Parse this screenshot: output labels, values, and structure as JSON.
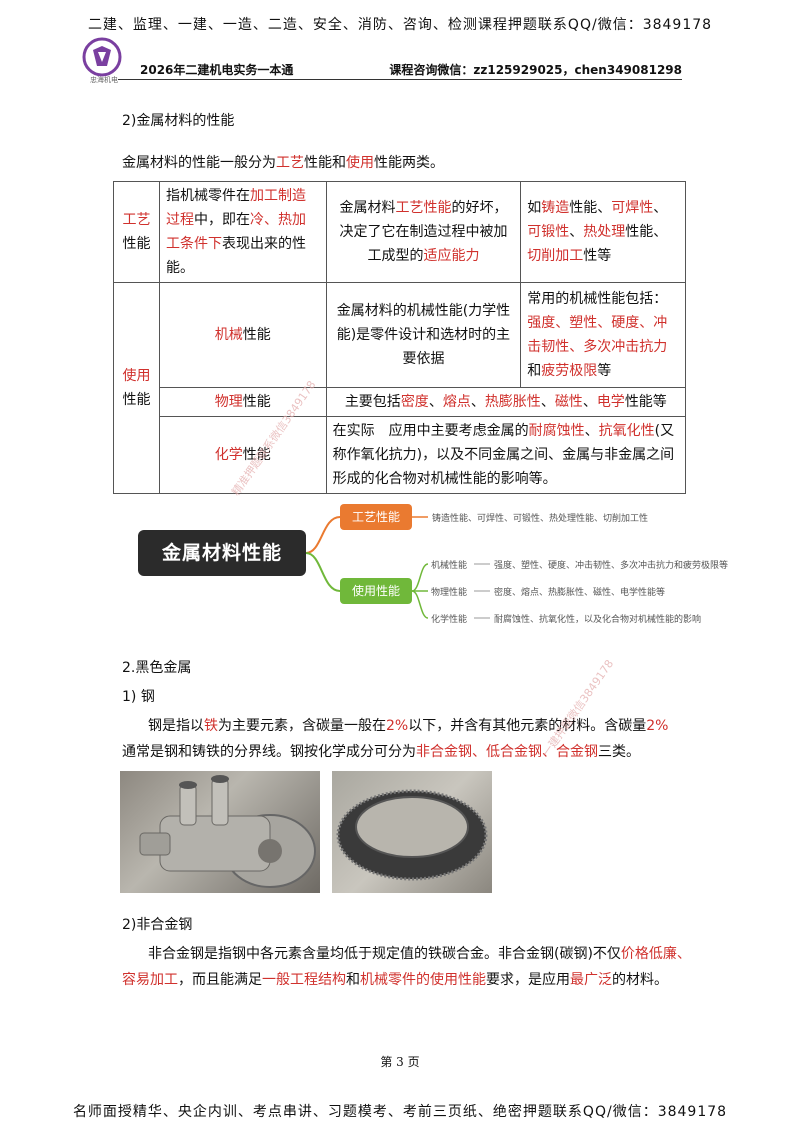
{
  "banner_top": "二建、监理、一建、一造、二造、安全、消防、咨询、检测课程押题联系QQ/微信：3849178",
  "logo_text": "忠海机电",
  "header_left": "2026年二建机电实务一本通",
  "header_right": "课程咨询微信：zz125929025，chen349081298",
  "section_title": "2)金属材料的性能",
  "intro": {
    "a": "金属材料的性能一般分为",
    "b": "工艺",
    "c": "性能和",
    "d": "使用",
    "e": "性能两类。"
  },
  "table": {
    "gongyi": {
      "cat_a": "工艺",
      "cat_b": "性能",
      "def": {
        "a": "指机械零件在",
        "b": "加工制造过程",
        "c": "中，即在",
        "d": "冷、热加工条件下",
        "e": "表现出来的性能。"
      },
      "desc": {
        "a": "金属材料",
        "b": "工艺性能",
        "c": "的好坏，决定了它在制造过程中被加工成型的",
        "d": "适应能力"
      },
      "ex": {
        "a": "如",
        "b": "铸造",
        "c": "性能、",
        "d": "可焊性",
        "e": "、",
        "f": "可锻性",
        "g": "、",
        "h": "热处理",
        "i": "性能、",
        "j": "切削加工",
        "k": "性等"
      }
    },
    "shiyong": {
      "cat_a": "使用",
      "cat_b": "性能",
      "jixie": {
        "label_a": "机械",
        "label_b": "性能",
        "desc": "金属材料的机械性能(力学性能)是零件设计和选材时的主要依据",
        "ex": {
          "a": "常用的机械性能包括：",
          "b": "强度、塑性、硬度、冲击韧性、多次冲击抗力",
          "c": "和",
          "d": "疲劳极限",
          "e": "等"
        }
      },
      "wuli": {
        "label_a": "物理",
        "label_b": "性能",
        "desc": {
          "a": "主要包括",
          "b": "密度",
          "c": "、",
          "d": "熔点",
          "e": "、",
          "f": "热膨胀性",
          "g": "、",
          "h": "磁性",
          "i": "、",
          "j": "电学",
          "k": "性能等"
        }
      },
      "huaxue": {
        "label_a": "化学",
        "label_b": "性能",
        "desc": {
          "a": "在实际　应用中主要考虑金属的",
          "b": "耐腐蚀性",
          "c": "、",
          "d": "抗氧化性",
          "e": "(又称作氧化抗力)，以及不同金属之间、金属与非金属之间形成的化合物对机械性能的影响等。"
        }
      }
    }
  },
  "mindmap": {
    "root": "金属材料性能",
    "gongyi_node": "工艺性能",
    "gongyi_leaf": "铸造性能、可焊性、可锻性、热处理性能、切削加工性",
    "shiyong_node": "使用性能",
    "leaves": [
      {
        "label": "机械性能",
        "text": "强度、塑性、硬度、冲击韧性、多次冲击抗力和疲劳极限等"
      },
      {
        "label": "物理性能",
        "text": "密度、熔点、热膨胀性、磁性、电学性能等"
      },
      {
        "label": "化学性能",
        "text": "耐腐蚀性、抗氧化性，以及化合物对机械性能的影响"
      }
    ]
  },
  "heise_title": "2.黑色金属",
  "gang_title": "1) 钢",
  "gang_p1": {
    "a": "钢是指以",
    "b": "铁",
    "c": "为主要元素，含碳量一般在",
    "d": "2%",
    "e": "以下，并含有其他元素的材料。含碳量",
    "f": "2%"
  },
  "gang_p2": {
    "a": "通常是钢和铸铁的分界线。钢按化学成分可分为",
    "b": "非合金钢、低合金钢、合金钢",
    "c": "三类。"
  },
  "fhj_title": "2)非合金钢",
  "fhj_p1": {
    "a": "非合金钢是指钢中各元素含量均低于规定值的铁碳合金。非合金钢(碳钢)不仅",
    "b": "价格低廉、"
  },
  "fhj_p2": {
    "a": "容易加工",
    "b": "，而且能满足",
    "c": "一般工程结构",
    "d": "和",
    "e": "机械零件的使用性能",
    "f": "要求，是应用",
    "g": "最广泛",
    "h": "的材料。"
  },
  "page_no": "第 3 页",
  "footer": "名师面授精华、央企内训、考点串讲、习题模考、考前三页纸、绝密押题联系QQ/微信：3849178",
  "watermark_1": "精准押题联系微信3849178",
  "watermark_2": "一建押题微信3849178",
  "colors": {
    "accent_red": "#d0312d",
    "node_orange": "#ea7a30",
    "node_green": "#70b83a",
    "root_dark": "#2b2b2b"
  }
}
